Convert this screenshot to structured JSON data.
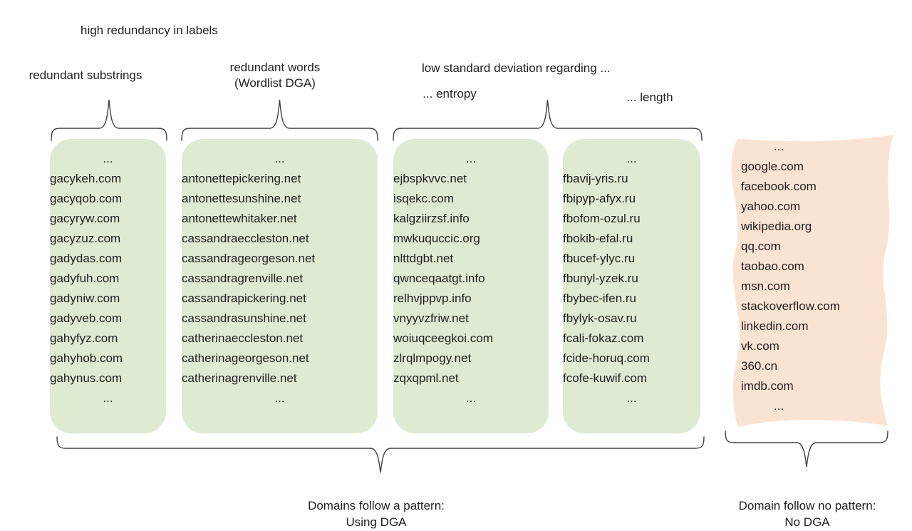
{
  "colors": {
    "dga-box-bg": "#dfead3",
    "benign-box-bg": "#fbe3d3",
    "brace-stroke": "#404040",
    "text": "#1f1f1f"
  },
  "ellipsis": "...",
  "annotations": {
    "top_note": "high redundancy in labels",
    "col1_label": "redundant substrings",
    "col2_label_line1": "redundant words",
    "col2_label_line2": "(Wordlist DGA)",
    "col34_label": "low standard deviation regarding ...",
    "col3_sublabel": "... entropy",
    "col4_sublabel": "... length",
    "dga_caption_line1": "Domains follow a pattern:",
    "dga_caption_line2": "Using DGA",
    "nodga_caption_line1": "Domain follow no pattern:",
    "nodga_caption_line2": "No DGA"
  },
  "dga_boxes": [
    {
      "id": "redundant-substrings",
      "items": [
        "gacykeh.com",
        "gacyqob.com",
        "gacyryw.com",
        "gacyzuz.com",
        "gadydas.com",
        "gadyfuh.com",
        "gadyniw.com",
        "gadyveb.com",
        "gahyfyz.com",
        "gahyhob.com",
        "gahynus.com"
      ]
    },
    {
      "id": "wordlist-dga",
      "items": [
        "antonettepickering.net",
        "antonettesunshine.net",
        "antonettewhitaker.net",
        "cassandraeccleston.net",
        "cassandrageorgeson.net",
        "cassandragrenville.net",
        "cassandrapickering.net",
        "cassandrasunshine.net",
        "catherinaeccleston.net",
        "catherinageorgeson.net",
        "catherinagrenville.net"
      ]
    },
    {
      "id": "low-std-entropy",
      "items": [
        "ejbspkvvc.net",
        "isqekc.com",
        "kalgziirzsf.info",
        "mwkuquccic.org",
        "nlttdgbt.net",
        "qwnceqaatgt.info",
        "relhvjppvp.info",
        "vnyyvzfriw.net",
        "woiuqceegkoi.com",
        "zlrqlmpogy.net",
        "zqxqpml.net"
      ]
    },
    {
      "id": "low-std-length",
      "items": [
        "fbavij-yris.ru",
        "fbipyp-afyx.ru",
        "fbofom-ozul.ru",
        "fbokib-efal.ru",
        "fbucef-ylyc.ru",
        "fbunyl-yzek.ru",
        "fbybec-ifen.ru",
        "fbylyk-osav.ru",
        "fcali-fokaz.com",
        "fcide-horuq.com",
        "fcofe-kuwif.com"
      ]
    }
  ],
  "benign_box": {
    "id": "no-dga",
    "items": [
      "google.com",
      "facebook.com",
      "yahoo.com",
      "wikipedia.org",
      "qq.com",
      "taobao.com",
      "msn.com",
      "stackoverflow.com",
      "linkedin.com",
      "vk.com",
      "360.cn",
      "imdb.com"
    ]
  }
}
